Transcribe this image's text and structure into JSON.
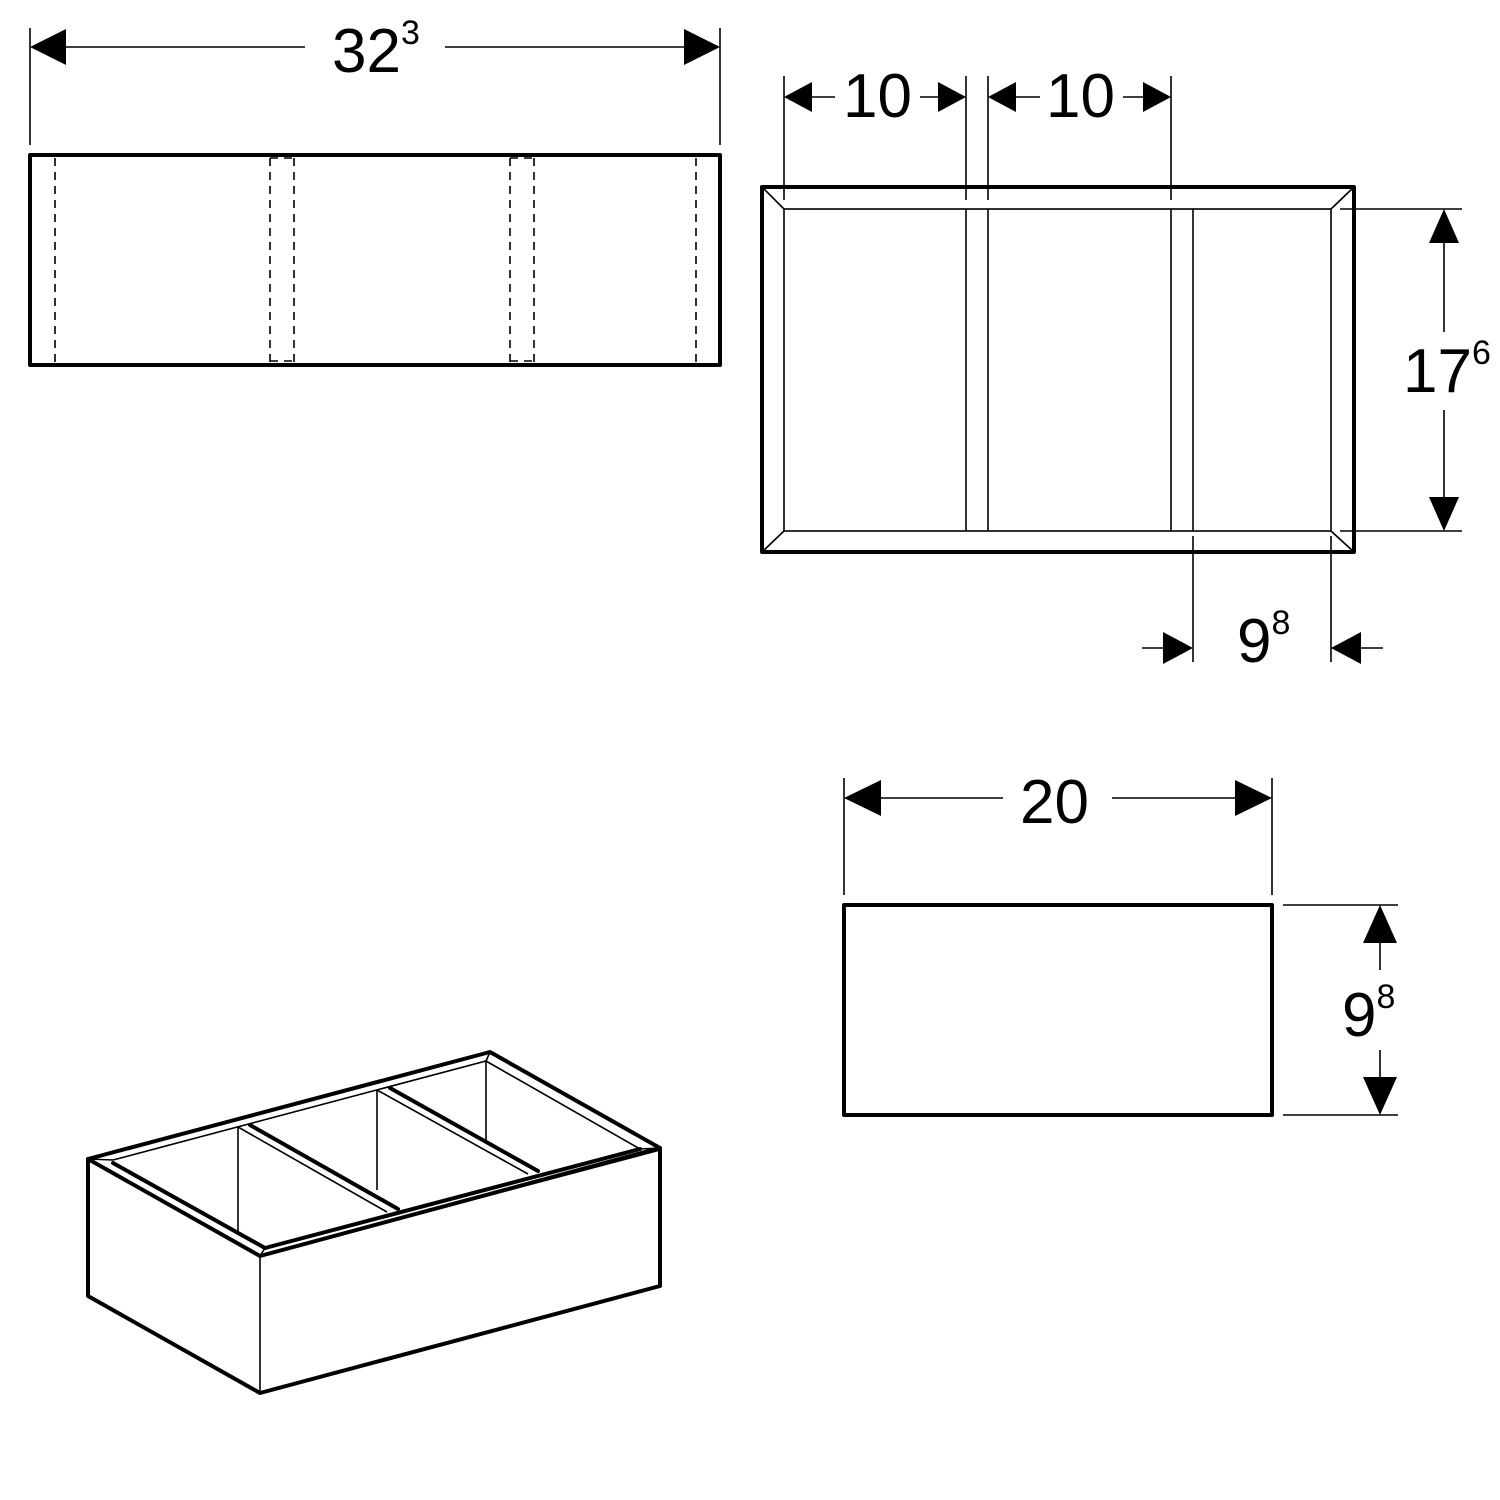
{
  "drawing": {
    "type": "technical dimension drawing",
    "views": {
      "front_view": {
        "width_dim": {
          "main": "32",
          "sup": "3"
        }
      },
      "top_view": {
        "compartment_1_dim": {
          "main": "10",
          "sup": ""
        },
        "compartment_2_dim": {
          "main": "10",
          "sup": ""
        },
        "depth_dim": {
          "main": "17",
          "sup": "6"
        },
        "compartment_3_dim": {
          "main": "9",
          "sup": "8"
        }
      },
      "side_view": {
        "width_dim": {
          "main": "20",
          "sup": ""
        },
        "height_dim": {
          "main": "9",
          "sup": "8"
        }
      },
      "isometric_view": {
        "compartments": 3
      }
    },
    "colors": {
      "line": "#000000",
      "background": "#ffffff"
    }
  }
}
